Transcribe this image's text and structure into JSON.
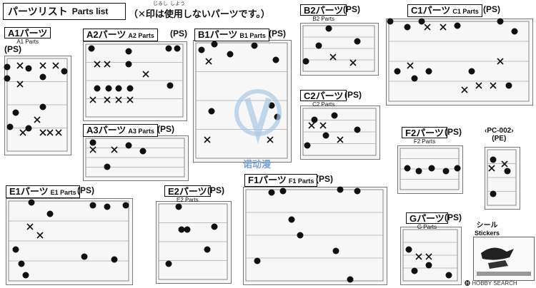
{
  "header": {
    "title_jp": "パーツリスト",
    "title_en": "Parts list",
    "note": "（✕印は使用しないパーツです。）",
    "ruby_1": "じるし",
    "ruby_2": "しよう"
  },
  "sections": [
    {
      "key": "a1",
      "name_jp": "A1パーツ",
      "name_en": "A1 Parts",
      "material": "(PS)"
    },
    {
      "key": "a2",
      "name_jp": "A2パーツ",
      "name_en": "A2 Parts",
      "material": "(PS)"
    },
    {
      "key": "b1",
      "name_jp": "B1パーツ",
      "name_en": "B1 Parts",
      "material": "(PS)"
    },
    {
      "key": "b2",
      "name_jp": "B2パーツ",
      "name_en": "B2 Parts",
      "material": "(PS)"
    },
    {
      "key": "c1",
      "name_jp": "C1パーツ",
      "name_en": "C1 Parts",
      "material": "(PS)"
    },
    {
      "key": "c2",
      "name_jp": "C2パーツ",
      "name_en": "C2 Parts",
      "material": "(PS)"
    },
    {
      "key": "a3",
      "name_jp": "A3パーツ",
      "name_en": "A3 Parts",
      "material": "(PS)"
    },
    {
      "key": "f2",
      "name_jp": "F2パーツ",
      "name_en": "F2 Parts",
      "material": "(PS)"
    },
    {
      "key": "pc",
      "name_jp": "‹PC-002›",
      "name_en": "",
      "material": "(PE)"
    },
    {
      "key": "e1",
      "name_jp": "E1パーツ",
      "name_en": "E1 Parts",
      "material": "(PS)"
    },
    {
      "key": "e2",
      "name_jp": "E2パーツ",
      "name_en": "E2 Parts",
      "material": "(PS)"
    },
    {
      "key": "f1",
      "name_jp": "F1パーツ",
      "name_en": "F1 Parts",
      "material": "(PS)"
    },
    {
      "key": "g",
      "name_jp": "Gパーツ",
      "name_en": "G Parts",
      "material": "(PS)"
    }
  ],
  "stickers": {
    "jp": "シール",
    "en": "Stickers"
  },
  "watermark": {
    "text": "诺动漫"
  },
  "footer": {
    "credit": "🅗 HOBBY SEARCH"
  },
  "colors": {
    "ink": "#111111",
    "runner_fill": "#f4f4f4",
    "runner_line": "#7a7a7a",
    "watermark": "#79a6d6"
  }
}
